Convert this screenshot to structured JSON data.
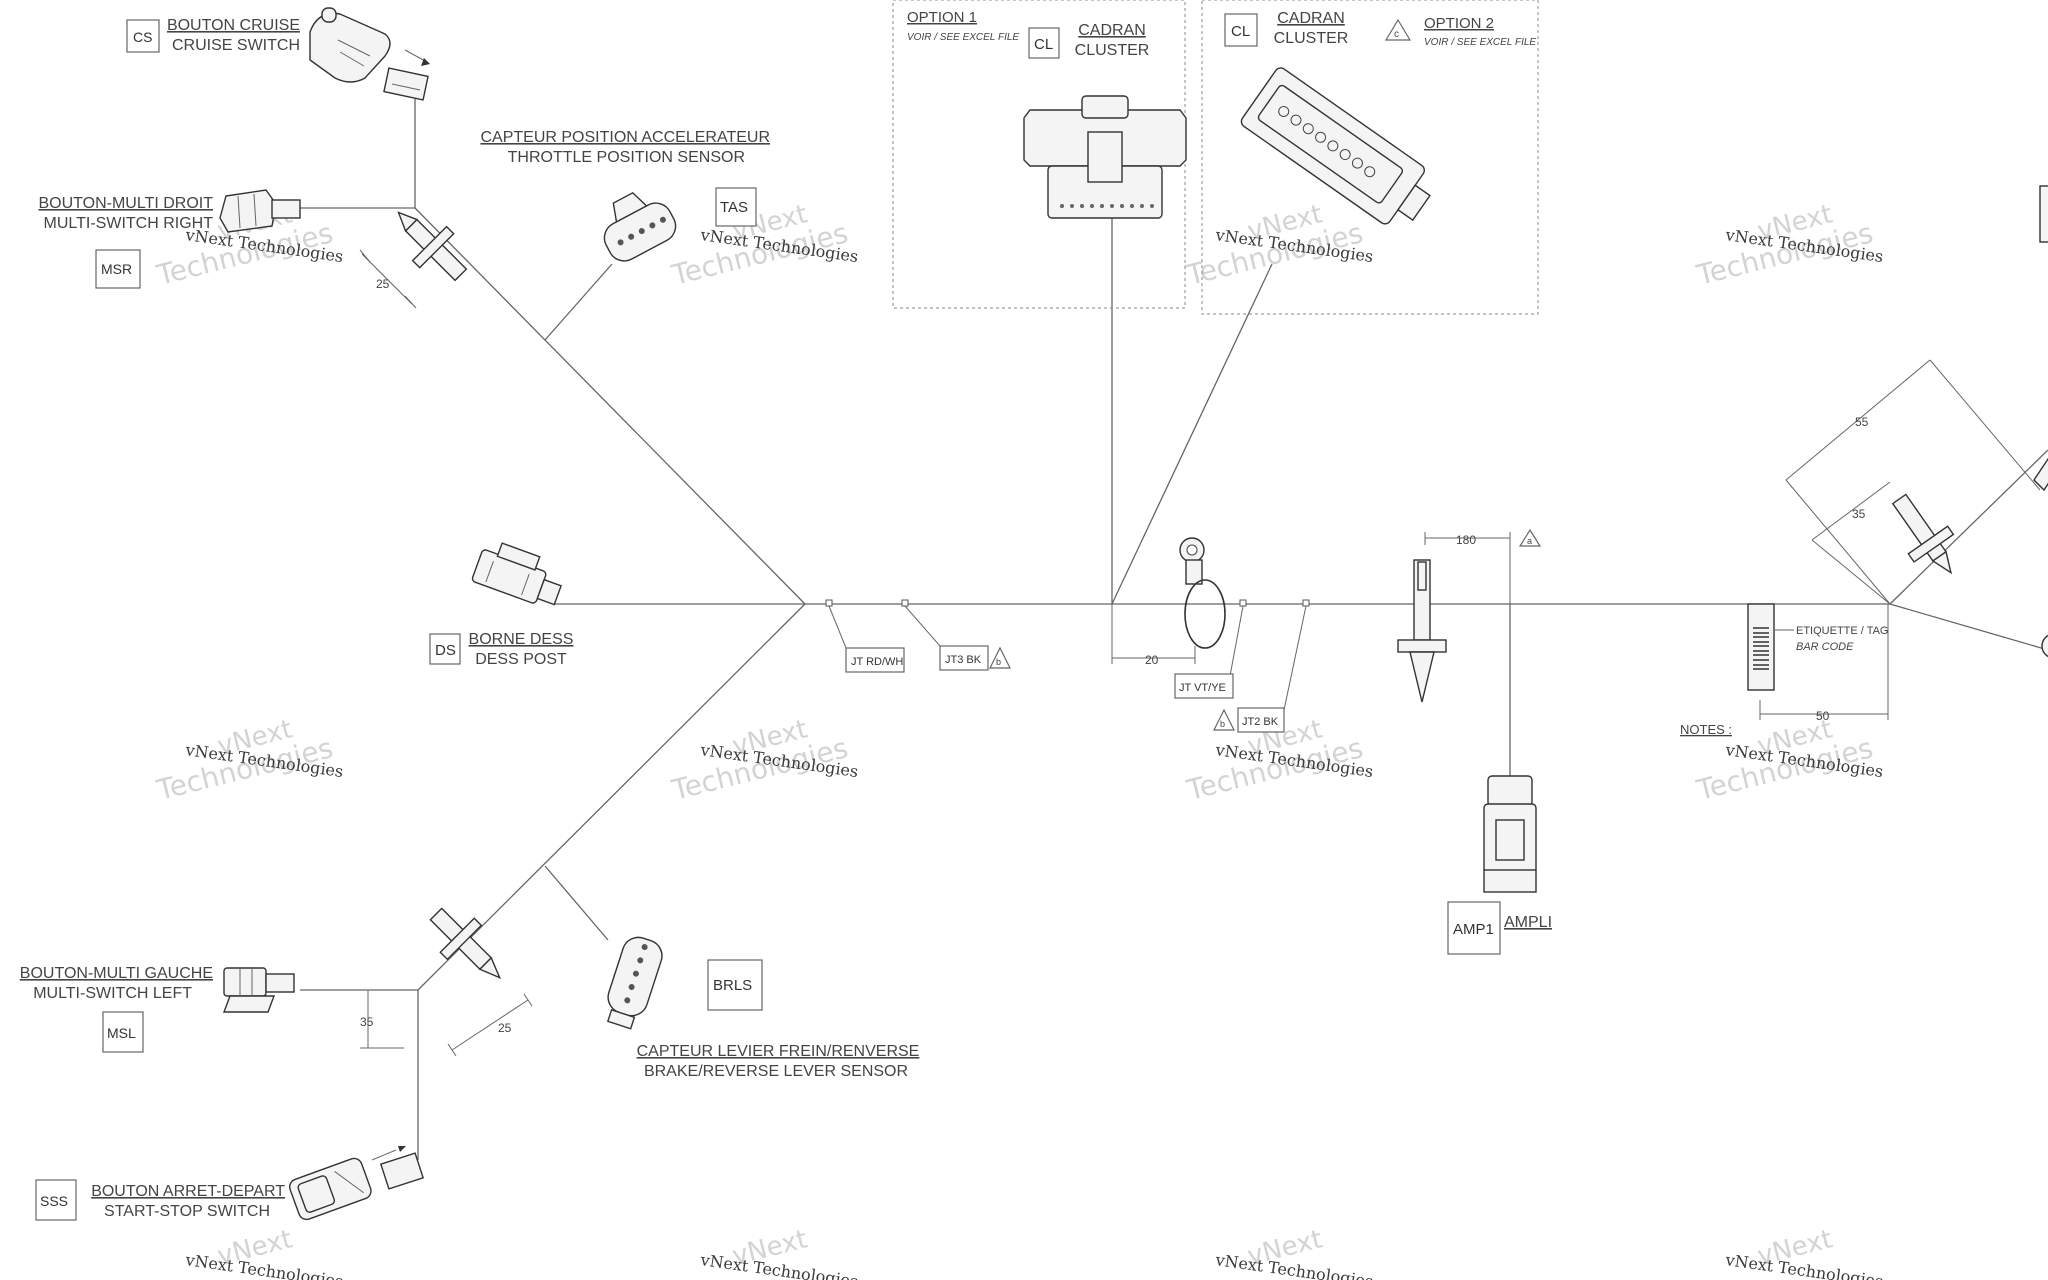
{
  "connectors": {
    "cs": {
      "code": "CS",
      "fr": "BOUTON CRUISE",
      "en": "CRUISE SWITCH"
    },
    "msr": {
      "code": "MSR",
      "fr": "BOUTON-MULTI DROIT",
      "en": "MULTI-SWITCH RIGHT"
    },
    "tas": {
      "code": "TAS",
      "fr": "CAPTEUR POSITION ACCELERATEUR",
      "en": "THROTTLE POSITION SENSOR"
    },
    "ds": {
      "code": "DS",
      "fr": "BORNE DESS",
      "en": "DESS POST"
    },
    "msl": {
      "code": "MSL",
      "fr": "BOUTON-MULTI GAUCHE",
      "en": "MULTI-SWITCH LEFT"
    },
    "sss": {
      "code": "SSS",
      "fr": "BOUTON ARRET-DEPART",
      "en": "START-STOP SWITCH"
    },
    "brls": {
      "code": "BRLS",
      "fr": "CAPTEUR LEVIER FREIN/RENVERSE",
      "en": "BRAKE/REVERSE LEVER SENSOR"
    },
    "amp1": {
      "code": "AMP1",
      "label": "AMPLI"
    }
  },
  "options": {
    "opt1": {
      "title": "OPTION 1",
      "sub": "VOIR / SEE EXCEL FILE",
      "code": "CL",
      "fr": "CADRAN",
      "en": "CLUSTER"
    },
    "opt2": {
      "title": "OPTION 2",
      "sub": "VOIR / SEE EXCEL FILE",
      "code": "CL",
      "fr": "CADRAN",
      "en": "CLUSTER",
      "flag": "c"
    }
  },
  "junctions": {
    "jt_rdwh": "JT RD/WH",
    "jt3": "JT3 BK",
    "jt3_flag": "b",
    "jt_vtye": "JT VT/YE",
    "jt2": "JT2 BK",
    "jt2_flag": "b"
  },
  "dimensions": {
    "d25_top": "25",
    "d25_bottom": "25",
    "d35_left": "35",
    "d20": "20",
    "d180": "180",
    "d180_flag": "a",
    "d55": "55",
    "d35_right": "35",
    "d50": "50"
  },
  "tag": {
    "line1": "ETIQUETTE / TAG",
    "line2": "BAR CODE"
  },
  "notes": "NOTES :",
  "watermark": {
    "line1": "vNext Technologies",
    "line2": "Technologies",
    "line3": "vNext"
  }
}
